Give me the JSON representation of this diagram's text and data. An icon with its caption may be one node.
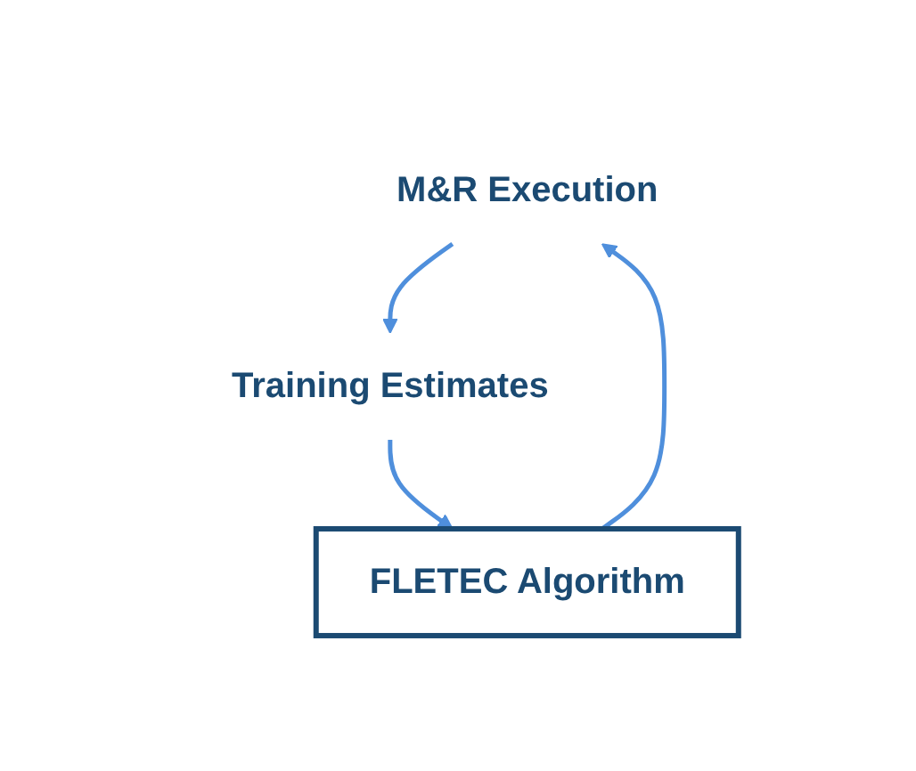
{
  "diagram": {
    "nodes": [
      {
        "text": [
          "M&R Execution"
        ]
      },
      {
        "text": [
          "FLETEC Algorithm"
        ]
      },
      {
        "text": [
          "Training Estimates"
        ]
      }
    ],
    "edges": [
      {
        "from": 1,
        "to": 0,
        "arrow": "to"
      },
      {
        "from": 0,
        "to": 2,
        "arrow": "to"
      },
      {
        "from": 2,
        "to": 1,
        "arrow": "to"
      }
    ]
  }
}
